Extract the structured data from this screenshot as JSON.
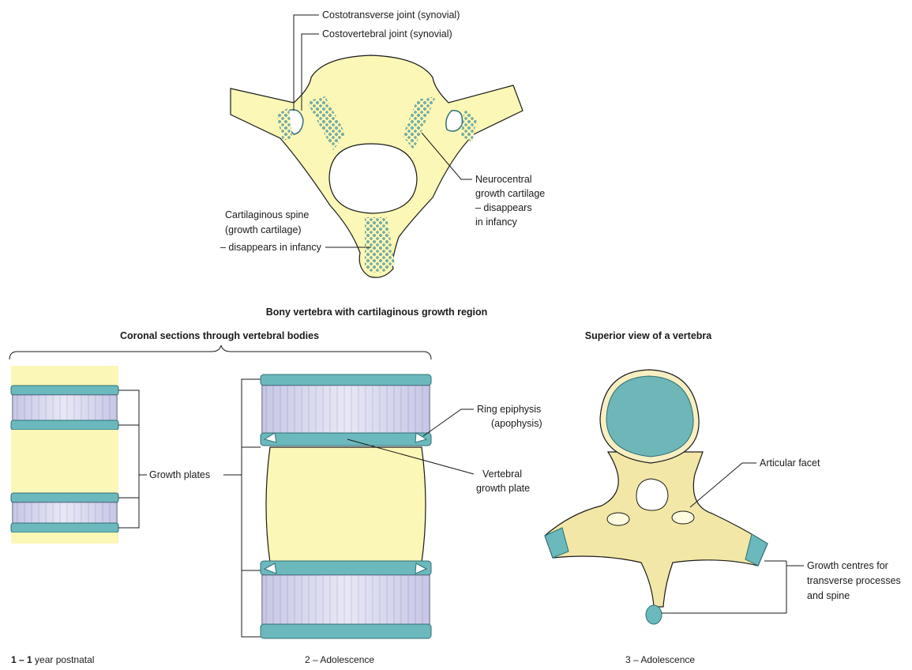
{
  "labels": {
    "costotransverse": "Costotransverse joint (synovial)",
    "costovertebral": "Costovertebral joint (synovial)",
    "neurocentral": [
      "Neurocentral",
      "growth cartilage",
      "– disappears",
      "in infancy"
    ],
    "cartilaginous_spine": [
      "Cartilaginous spine",
      "(growth cartilage)",
      "– disappears in infancy"
    ],
    "growth_plates": "Growth plates",
    "ring_epiphysis": [
      "Ring epiphysis",
      "(apophysis)"
    ],
    "vertebral_growth_plate": [
      "Vertebral",
      "growth plate"
    ],
    "articular_facet": "Articular facet",
    "growth_centres": [
      "Growth centres for",
      "transverse processes",
      "and spine"
    ]
  },
  "titles": {
    "bony_vertebra": "Bony vertebra with cartilaginous growth region",
    "coronal_sections": "Coronal sections through vertebral bodies",
    "superior_view": "Superior view of a vertebra"
  },
  "captions": {
    "panel1_num": "1 – 1",
    "panel1_rest": " year postnatal",
    "panel2": "2 – Adolescence",
    "panel3": "3 – Adolescence"
  },
  "colors": {
    "bone": "#fbf7b6",
    "cartilage": "#6bb9bd",
    "disc": "#d7d7ef"
  }
}
